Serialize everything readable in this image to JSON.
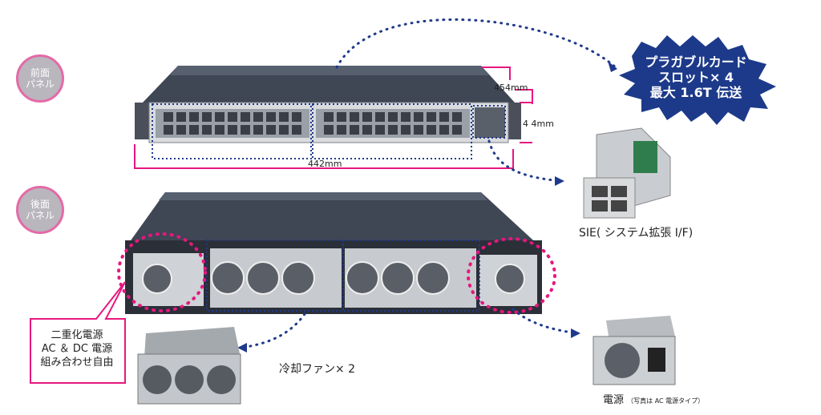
{
  "labels": {
    "front_panel": "前面\nパネル",
    "rear_panel": "後面\nパネル"
  },
  "dimensions": {
    "depth": "454mm",
    "height": "4 4mm",
    "width": "442mm"
  },
  "cloud": {
    "line1": "プラガブルカード",
    "line2": "スロット× 4",
    "line3": "最大 1.6T 伝送"
  },
  "sie": {
    "label": "SIE( システム拡張 I/F)"
  },
  "power_redundancy": {
    "line1": "二重化電源",
    "line2": "AC ＆ DC 電源",
    "line3": "組み合わせ自由"
  },
  "fan": {
    "label": "冷却ファン× 2"
  },
  "power_supply": {
    "label": "電源",
    "note": "（写真は AC 電源タイプ）"
  },
  "colors": {
    "accent_pink": "#e6177f",
    "dot_blue": "#1f3a8c",
    "cloud_navy": "#1d3a8a",
    "chassis": "#3c4250"
  }
}
